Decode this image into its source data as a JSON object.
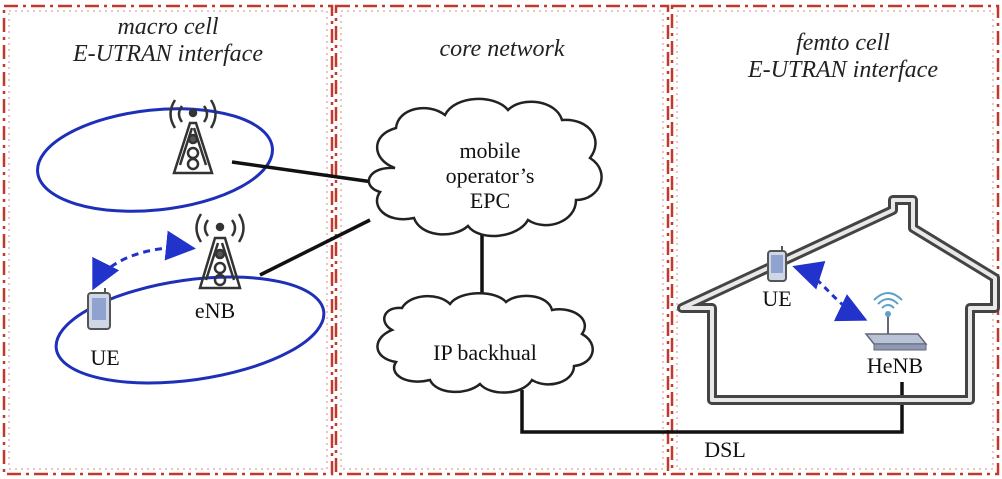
{
  "panels": {
    "macro": {
      "title_line1": "macro cell",
      "title_line2": "E-UTRAN interface"
    },
    "core": {
      "title": "core network"
    },
    "femto": {
      "title_line1": "femto cell",
      "title_line2": "E-UTRAN interface"
    }
  },
  "nodes": {
    "epc": {
      "line1": "mobile",
      "line2": "operator’s",
      "line3": "EPC"
    },
    "ip_backhaul": {
      "label": "IP backhual"
    },
    "enb": {
      "label": "eNB"
    },
    "macro_ue": {
      "label": "UE"
    },
    "femto_ue": {
      "label": "UE"
    },
    "henb": {
      "label": "HeNB"
    },
    "dsl": {
      "label": "DSL"
    }
  },
  "colors": {
    "panel_border": "#c0392b",
    "cell_coverage": "#1e2fb8",
    "radio_link": "#2233cc",
    "wire": "#111111",
    "house_outline": "#444444"
  },
  "icons": [
    "cell-tower-icon",
    "mobile-phone-icon",
    "home-router-icon",
    "cloud-icon",
    "house-icon"
  ]
}
